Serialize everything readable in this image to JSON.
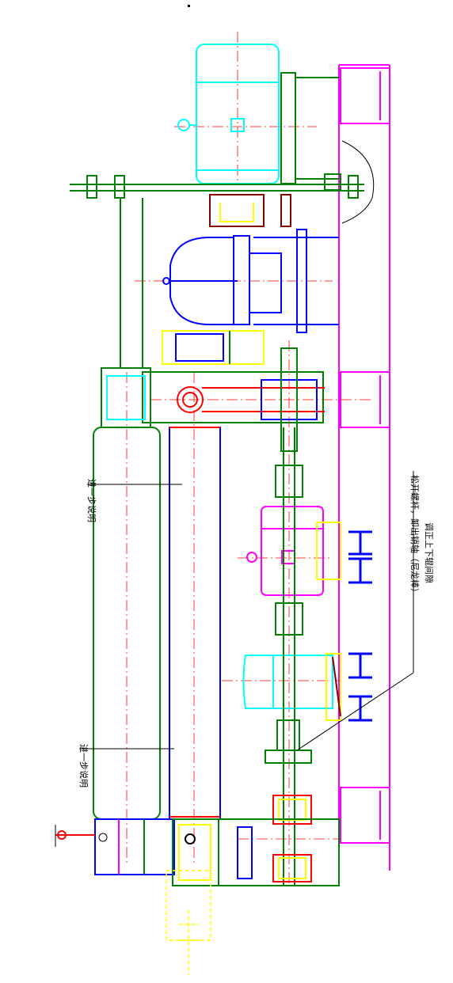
{
  "annotations": {
    "bolt_note": "松开螺杆，卸出销轴（尼龙棒）",
    "gap_note": "调正上下辊间隙",
    "roll_label_upper": "进一步说明",
    "roll_label_lower": "进一步说明"
  },
  "colors": {
    "frame": "#ff00ff",
    "motor": "#00ffff",
    "housing": "#0000ff",
    "green": "#008000",
    "red": "#ff0000",
    "yellow": "#ffff00",
    "center_line": "#ff0000",
    "dark_red": "#800000"
  }
}
